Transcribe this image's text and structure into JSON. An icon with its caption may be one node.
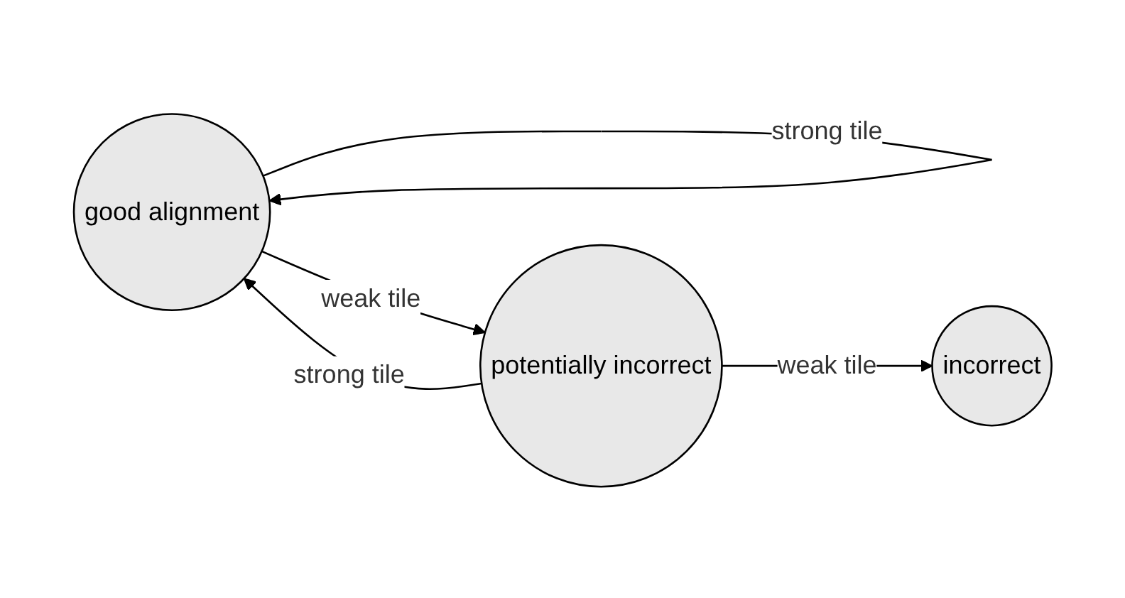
{
  "diagram": {
    "nodes": [
      {
        "text": [
          "good alignment"
        ]
      },
      {
        "text": [
          "potentially incorrect"
        ]
      },
      {
        "text": [
          "incorrect"
        ]
      }
    ],
    "edges": [
      {
        "from": 0,
        "to": 0,
        "arrow": "to",
        "label": "strong tile"
      },
      {
        "from": 0,
        "to": 1,
        "arrow": "to",
        "label": "weak tile"
      },
      {
        "from": 1,
        "to": 2,
        "arrow": "to",
        "label": "weak tile"
      },
      {
        "from": 1,
        "to": 0,
        "arrow": "to",
        "label": "strong tile"
      }
    ]
  }
}
